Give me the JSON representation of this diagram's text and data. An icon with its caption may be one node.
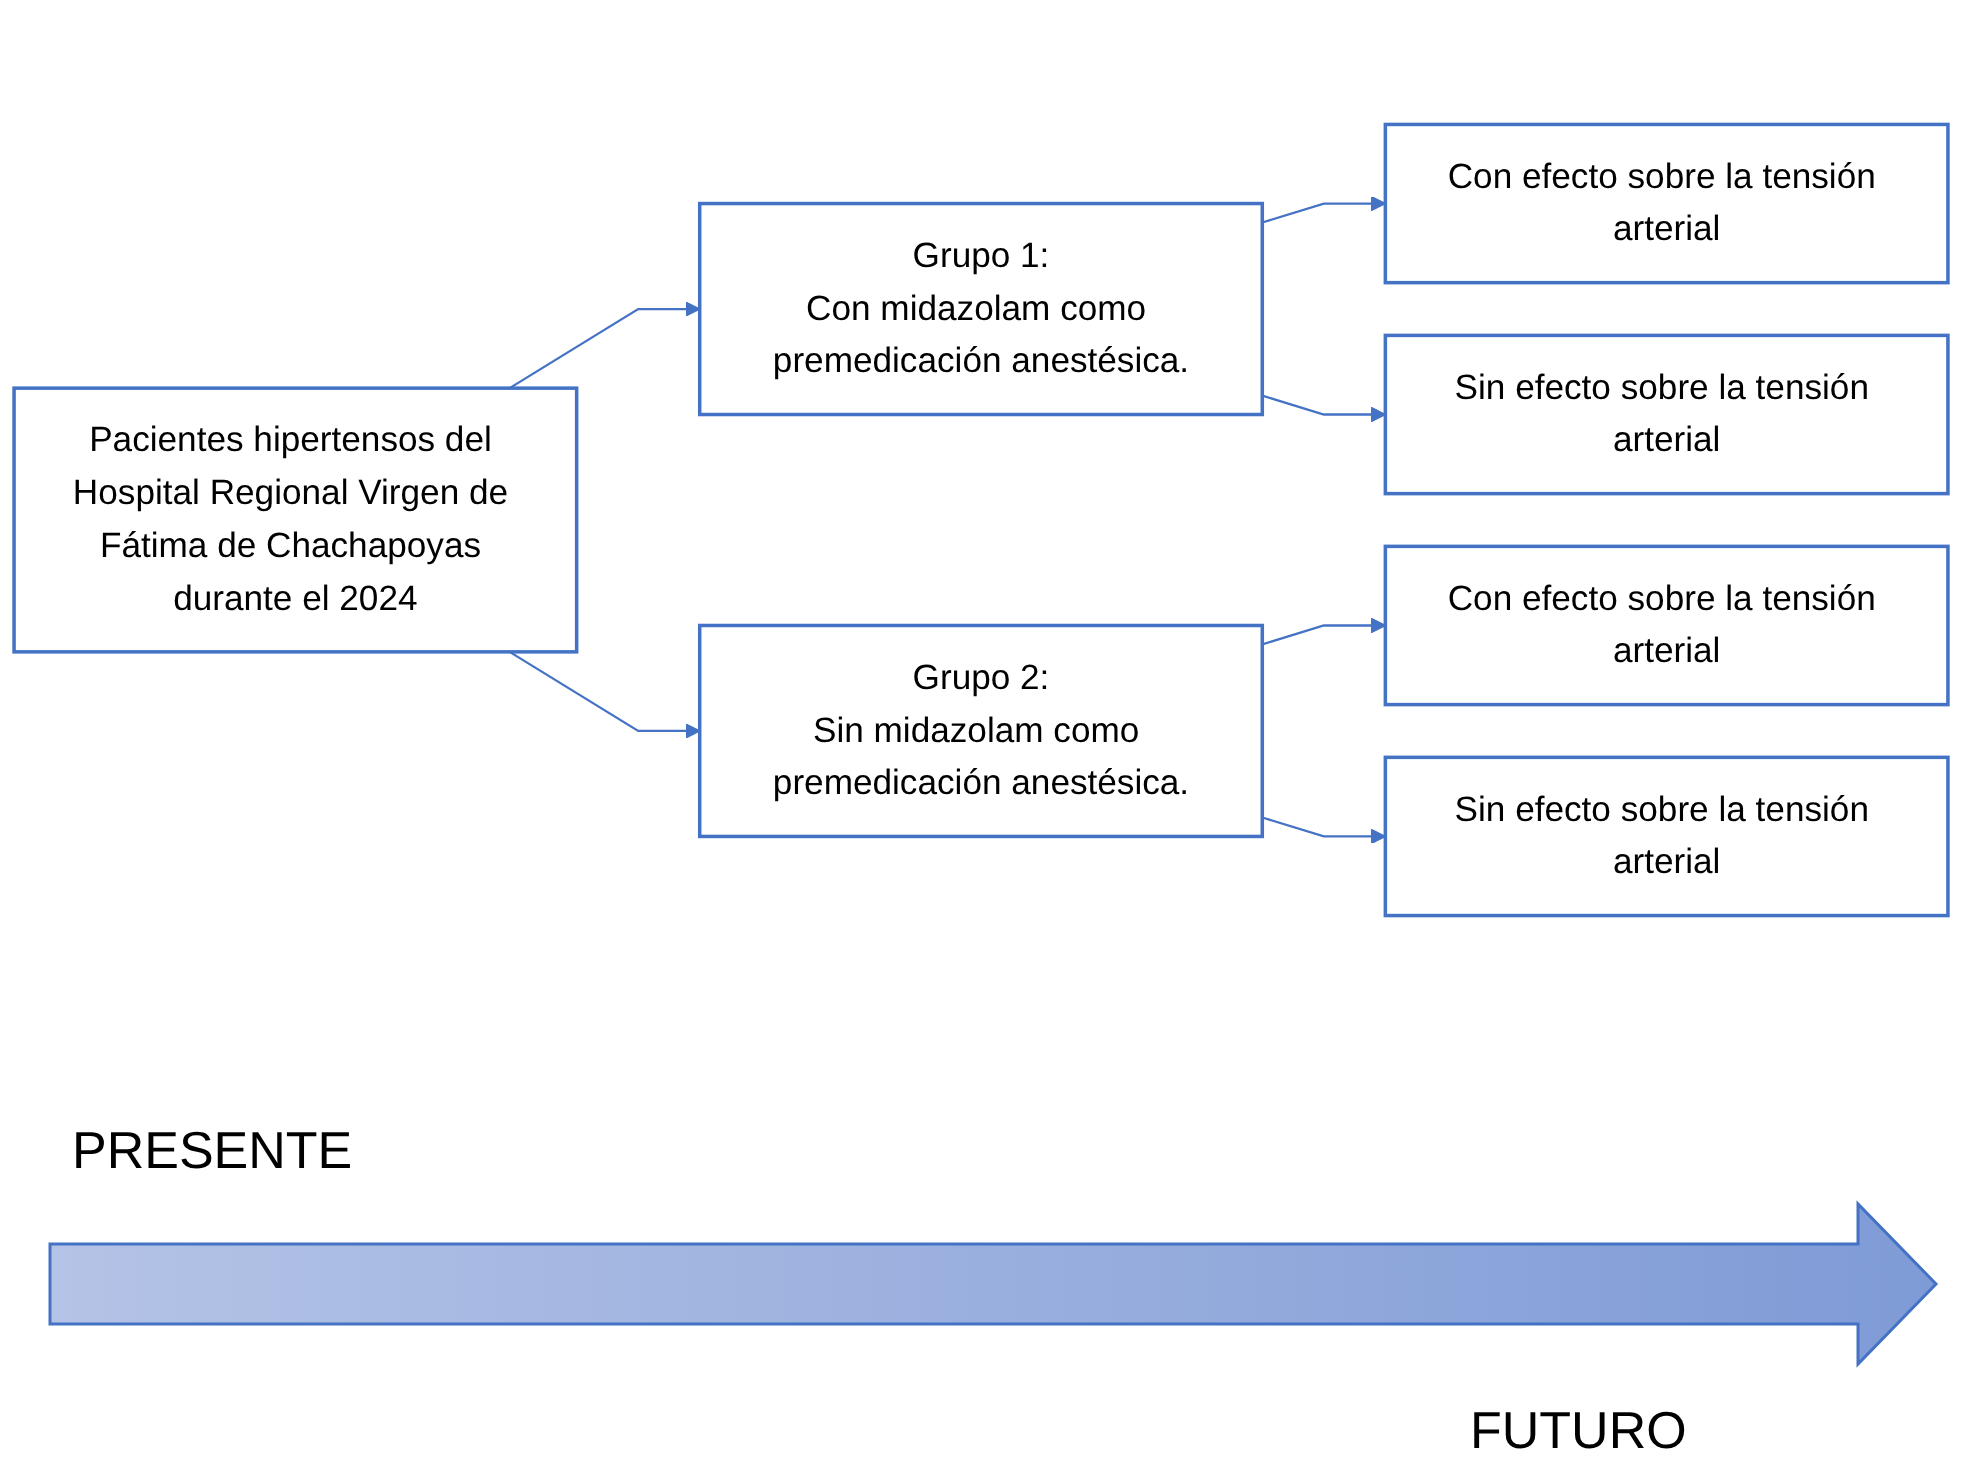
{
  "diagram": {
    "nodes": [
      {
        "text": [
          "Pacientes hipertensos del Hospital Regional Virgen de Fátima de Chachapoyas durante el 2024"
        ]
      },
      {
        "text": [
          "Grupo 1:",
          "Con midazolam como premedicación anestésica."
        ]
      },
      {
        "text": [
          "Con efecto sobre la tensión arterial"
        ]
      },
      {
        "text": [
          "Sin efecto sobre la tensión arterial"
        ]
      },
      {
        "text": [
          "Grupo 2:",
          "Sin midazolam como premedicación anestésica."
        ]
      },
      {
        "text": [
          "Con efecto sobre la tensión arterial"
        ]
      },
      {
        "text": [
          "Sin efecto sobre la tensión arterial"
        ]
      }
    ],
    "edges": [
      {
        "from": 0,
        "to": 1,
        "arrow": "to"
      },
      {
        "from": 0,
        "to": 4,
        "arrow": "to"
      },
      {
        "from": 1,
        "to": 2,
        "arrow": "to"
      },
      {
        "from": 1,
        "to": 3,
        "arrow": "to"
      },
      {
        "from": 4,
        "to": 5,
        "arrow": "to"
      },
      {
        "from": 4,
        "to": 6,
        "arrow": "to"
      }
    ],
    "labels": [
      "PRESENTE",
      "FUTURO"
    ]
  }
}
